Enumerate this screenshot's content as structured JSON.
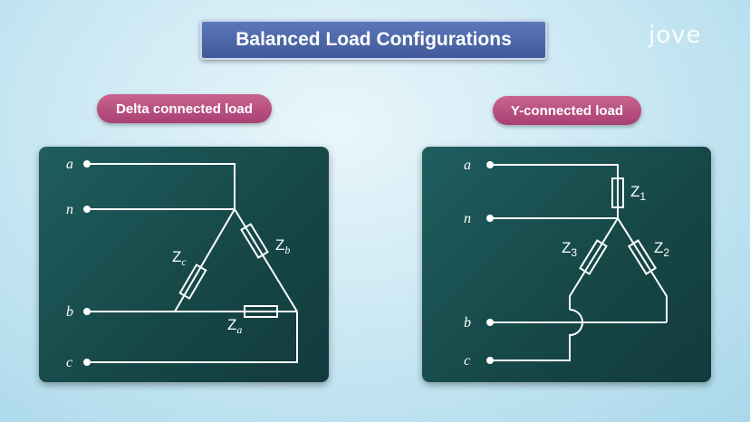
{
  "title": "Balanced Load Configurations",
  "logo": "jove",
  "delta": {
    "label": "Delta connected load",
    "terminals": {
      "a": "a",
      "n": "n",
      "b": "b",
      "c": "c"
    },
    "impedances": {
      "zc": {
        "main": "Z",
        "sub": "c"
      },
      "zb": {
        "main": "Z",
        "sub": "b"
      },
      "za": {
        "main": "Z",
        "sub": "a"
      }
    }
  },
  "wye": {
    "label": "Y-connected load",
    "terminals": {
      "a": "a",
      "n": "n",
      "b": "b",
      "c": "c"
    },
    "impedances": {
      "z1": {
        "main": "Z",
        "sub": "1"
      },
      "z2": {
        "main": "Z",
        "sub": "2"
      },
      "z3": {
        "main": "Z",
        "sub": "3"
      }
    }
  }
}
